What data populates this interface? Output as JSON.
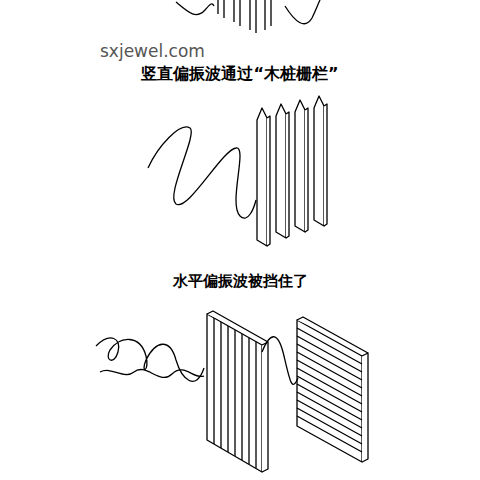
{
  "diagram": {
    "labels": [
      "sxjewel.com",
      "竖直偏振波通过“木桩栅栏”",
      "水平偏振波被挡住了"
    ]
  }
}
